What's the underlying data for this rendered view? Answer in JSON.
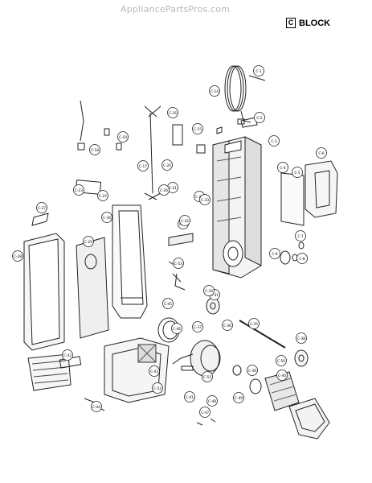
{
  "watermark": "AppliancePartsPros.com",
  "block": {
    "letter": "C",
    "label": "BLOCK"
  },
  "callouts": [
    "C-14",
    "C-15",
    "C-16",
    "C-17",
    "C-18",
    "C-19",
    "C-20",
    "C-21",
    "C-22",
    "C-23",
    "C-24",
    "C-25",
    "C-26",
    "C-27",
    "C-28",
    "C-29",
    "C-30",
    "C-31",
    "C-32",
    "C-33",
    "C-34",
    "C-35",
    "C-36",
    "C-37",
    "C-38",
    "C-39",
    "C-40",
    "C-41",
    "C-42",
    "C-43",
    "C-44",
    "C-45",
    "C-46",
    "C-47",
    "C-48",
    "C-49",
    "C-50",
    "C-51",
    "C-52",
    "C-53",
    "C-1",
    "C-2",
    "C-3",
    "C-4",
    "C-5",
    "C-6",
    "C-7",
    "C-8",
    "C-9"
  ]
}
